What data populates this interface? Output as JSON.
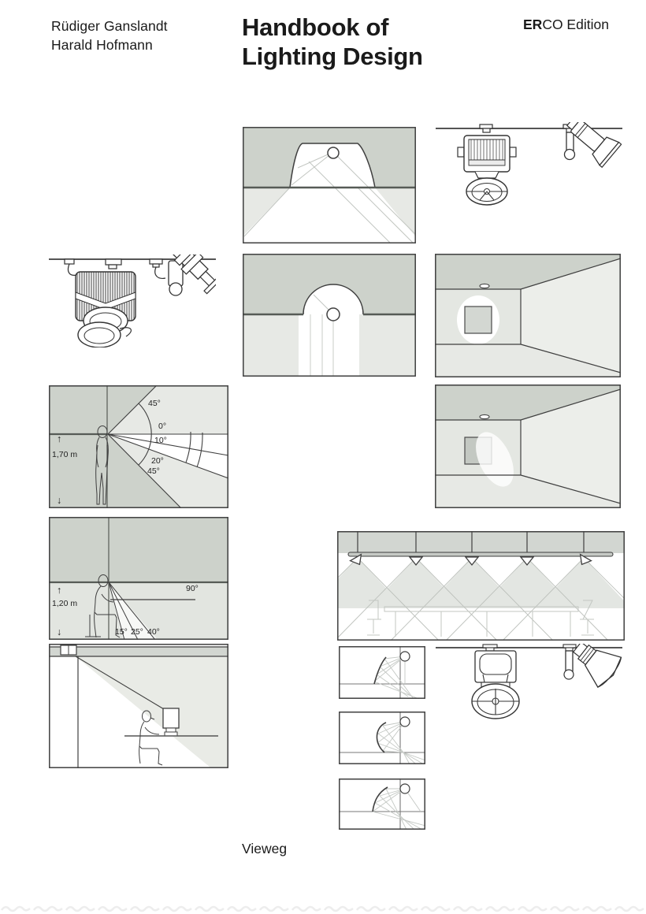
{
  "cover": {
    "authors": [
      "Rüdiger Ganslandt",
      "Harald Hofmann"
    ],
    "title_lines": [
      "Handbook of",
      "Lighting Design"
    ],
    "edition": {
      "bold": "ER",
      "rest": "CO Edition"
    },
    "publisher": "Vieweg"
  },
  "colors": {
    "wall_dark": "#cdd2cb",
    "wall_light": "#e7e9e5",
    "outline": "#3f3f3f",
    "ray": "#c2c6c1",
    "text": "#1a1a1a"
  },
  "diagrams": {
    "standing_person": {
      "height": "1,70 m",
      "arrow_up": "↑",
      "arrow_down": "↓",
      "angles": {
        "up45": "45°",
        "deg0": "0°",
        "deg10": "10°",
        "deg20": "20°",
        "down45": "45°"
      }
    },
    "seated_person": {
      "height": "1,20 m",
      "arrow_up": "↑",
      "arrow_down": "↓",
      "angles": {
        "deg90": "90°",
        "deg15": "15°",
        "deg25": "25°",
        "deg40": "40°"
      }
    }
  }
}
